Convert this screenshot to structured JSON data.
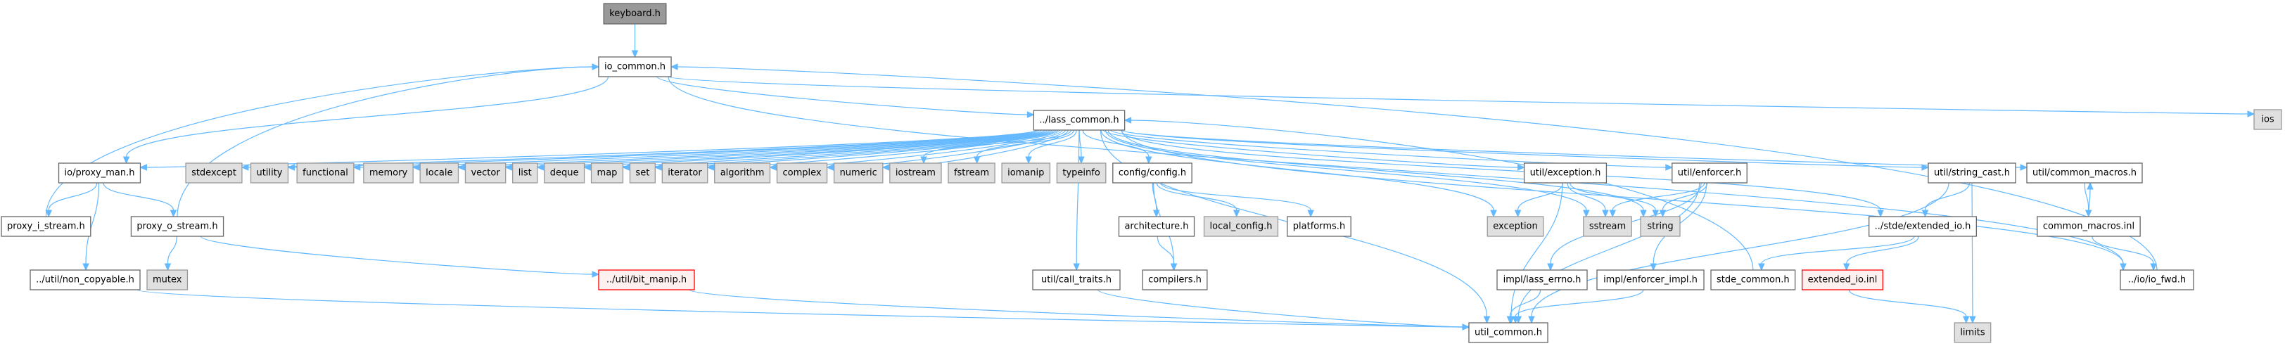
{
  "title": "keyboard.h include dependency graph",
  "colors": {
    "edge": "#63b8ff",
    "root_fill": "#999999",
    "root_stroke": "#666666",
    "file_fill": "#ffffff",
    "file_stroke": "#666666",
    "system_fill": "#e0e0e0",
    "system_stroke": "#999999",
    "missing_fill": "#fff0f0",
    "missing_stroke": "#ff0000"
  },
  "nodes": [
    {
      "id": "keyboard",
      "label": "keyboard.h",
      "kind": "root"
    },
    {
      "id": "io_common",
      "label": "io_common.h",
      "kind": "file"
    },
    {
      "id": "ios",
      "label": "ios",
      "kind": "system"
    },
    {
      "id": "lass_common",
      "label": "../lass_common.h",
      "kind": "file"
    },
    {
      "id": "proxy_man",
      "label": "io/proxy_man.h",
      "kind": "file"
    },
    {
      "id": "stdexcept",
      "label": "stdexcept",
      "kind": "system"
    },
    {
      "id": "utility",
      "label": "utility",
      "kind": "system"
    },
    {
      "id": "functional",
      "label": "functional",
      "kind": "system"
    },
    {
      "id": "memory",
      "label": "memory",
      "kind": "system"
    },
    {
      "id": "locale",
      "label": "locale",
      "kind": "system"
    },
    {
      "id": "vector",
      "label": "vector",
      "kind": "system"
    },
    {
      "id": "list",
      "label": "list",
      "kind": "system"
    },
    {
      "id": "deque",
      "label": "deque",
      "kind": "system"
    },
    {
      "id": "map",
      "label": "map",
      "kind": "system"
    },
    {
      "id": "set",
      "label": "set",
      "kind": "system"
    },
    {
      "id": "iterator",
      "label": "iterator",
      "kind": "system"
    },
    {
      "id": "algorithm",
      "label": "algorithm",
      "kind": "system"
    },
    {
      "id": "complex",
      "label": "complex",
      "kind": "system"
    },
    {
      "id": "numeric",
      "label": "numeric",
      "kind": "system"
    },
    {
      "id": "iostream",
      "label": "iostream",
      "kind": "system"
    },
    {
      "id": "fstream",
      "label": "fstream",
      "kind": "system"
    },
    {
      "id": "iomanip",
      "label": "iomanip",
      "kind": "system"
    },
    {
      "id": "typeinfo",
      "label": "typeinfo",
      "kind": "system"
    },
    {
      "id": "config",
      "label": "config/config.h",
      "kind": "file"
    },
    {
      "id": "util_exception",
      "label": "util/exception.h",
      "kind": "file"
    },
    {
      "id": "util_enforcer",
      "label": "util/enforcer.h",
      "kind": "file"
    },
    {
      "id": "string_cast",
      "label": "util/string_cast.h",
      "kind": "file"
    },
    {
      "id": "common_macros",
      "label": "util/common_macros.h",
      "kind": "file"
    },
    {
      "id": "proxy_i_stream",
      "label": "proxy_i_stream.h",
      "kind": "file"
    },
    {
      "id": "proxy_o_stream",
      "label": "proxy_o_stream.h",
      "kind": "file"
    },
    {
      "id": "architecture",
      "label": "architecture.h",
      "kind": "file"
    },
    {
      "id": "local_config",
      "label": "local_config.h",
      "kind": "system"
    },
    {
      "id": "platforms",
      "label": "platforms.h",
      "kind": "file"
    },
    {
      "id": "exception",
      "label": "exception",
      "kind": "system"
    },
    {
      "id": "sstream",
      "label": "sstream",
      "kind": "system"
    },
    {
      "id": "string",
      "label": "string",
      "kind": "system"
    },
    {
      "id": "extended_io",
      "label": "../stde/extended_io.h",
      "kind": "file"
    },
    {
      "id": "common_macros_inl",
      "label": "common_macros.inl",
      "kind": "file"
    },
    {
      "id": "non_copyable",
      "label": "../util/non_copyable.h",
      "kind": "file"
    },
    {
      "id": "mutex",
      "label": "mutex",
      "kind": "system"
    },
    {
      "id": "bit_manip",
      "label": "../util/bit_manip.h",
      "kind": "missing"
    },
    {
      "id": "call_traits",
      "label": "util/call_traits.h",
      "kind": "file"
    },
    {
      "id": "compilers",
      "label": "compilers.h",
      "kind": "file"
    },
    {
      "id": "lass_errno",
      "label": "impl/lass_errno.h",
      "kind": "file"
    },
    {
      "id": "enforcer_impl",
      "label": "impl/enforcer_impl.h",
      "kind": "file"
    },
    {
      "id": "stde_common",
      "label": "stde_common.h",
      "kind": "file"
    },
    {
      "id": "extended_io_inl",
      "label": "extended_io.inl",
      "kind": "missing"
    },
    {
      "id": "io_fwd",
      "label": "../io/io_fwd.h",
      "kind": "file"
    },
    {
      "id": "util_common",
      "label": "util_common.h",
      "kind": "file"
    },
    {
      "id": "limits",
      "label": "limits",
      "kind": "system"
    }
  ],
  "edges": [
    [
      "keyboard",
      "io_common"
    ],
    [
      "io_common",
      "ios"
    ],
    [
      "io_common",
      "lass_common"
    ],
    [
      "io_common",
      "io_fwd"
    ],
    [
      "io_common",
      "proxy_man"
    ],
    [
      "lass_common",
      "proxy_man"
    ],
    [
      "lass_common",
      "stdexcept"
    ],
    [
      "lass_common",
      "utility"
    ],
    [
      "lass_common",
      "functional"
    ],
    [
      "lass_common",
      "memory"
    ],
    [
      "lass_common",
      "locale"
    ],
    [
      "lass_common",
      "vector"
    ],
    [
      "lass_common",
      "list"
    ],
    [
      "lass_common",
      "deque"
    ],
    [
      "lass_common",
      "map"
    ],
    [
      "lass_common",
      "set"
    ],
    [
      "lass_common",
      "iterator"
    ],
    [
      "lass_common",
      "algorithm"
    ],
    [
      "lass_common",
      "complex"
    ],
    [
      "lass_common",
      "numeric"
    ],
    [
      "lass_common",
      "iostream"
    ],
    [
      "lass_common",
      "fstream"
    ],
    [
      "lass_common",
      "iomanip"
    ],
    [
      "lass_common",
      "typeinfo"
    ],
    [
      "lass_common",
      "config"
    ],
    [
      "lass_common",
      "util_exception"
    ],
    [
      "lass_common",
      "util_enforcer"
    ],
    [
      "lass_common",
      "string_cast"
    ],
    [
      "lass_common",
      "common_macros"
    ],
    [
      "lass_common",
      "exception"
    ],
    [
      "lass_common",
      "sstream"
    ],
    [
      "lass_common",
      "string"
    ],
    [
      "lass_common",
      "extended_io"
    ],
    [
      "lass_common",
      "call_traits"
    ],
    [
      "lass_common",
      "util_common"
    ],
    [
      "lass_common",
      "io_fwd"
    ],
    [
      "proxy_man",
      "proxy_i_stream"
    ],
    [
      "proxy_man",
      "proxy_o_stream"
    ],
    [
      "proxy_man",
      "non_copyable"
    ],
    [
      "proxy_i_stream",
      "io_common"
    ],
    [
      "proxy_o_stream",
      "io_common"
    ],
    [
      "proxy_o_stream",
      "mutex"
    ],
    [
      "proxy_o_stream",
      "bit_manip"
    ],
    [
      "non_copyable",
      "util_common"
    ],
    [
      "bit_manip",
      "util_common"
    ],
    [
      "config",
      "architecture"
    ],
    [
      "config",
      "local_config"
    ],
    [
      "config",
      "platforms"
    ],
    [
      "config",
      "compilers"
    ],
    [
      "architecture",
      "compilers"
    ],
    [
      "call_traits",
      "util_common"
    ],
    [
      "util_exception",
      "exception"
    ],
    [
      "util_exception",
      "sstream"
    ],
    [
      "util_exception",
      "string"
    ],
    [
      "util_exception",
      "util_common"
    ],
    [
      "util_enforcer",
      "sstream"
    ],
    [
      "util_enforcer",
      "string"
    ],
    [
      "util_enforcer",
      "util_common"
    ],
    [
      "util_enforcer",
      "lass_errno"
    ],
    [
      "util_enforcer",
      "enforcer_impl"
    ],
    [
      "lass_errno",
      "util_common"
    ],
    [
      "enforcer_impl",
      "util_common"
    ],
    [
      "stde_common",
      "lass_common"
    ],
    [
      "extended_io",
      "stde_common"
    ],
    [
      "extended_io",
      "extended_io_inl"
    ],
    [
      "extended_io_inl",
      "limits"
    ],
    [
      "string_cast",
      "extended_io"
    ],
    [
      "string_cast",
      "util_common"
    ],
    [
      "string_cast",
      "limits"
    ],
    [
      "common_macros",
      "common_macros_inl"
    ],
    [
      "common_macros_inl",
      "common_macros"
    ],
    [
      "common_macros_inl",
      "io_fwd"
    ],
    [
      "io_fwd",
      "io_common"
    ]
  ]
}
